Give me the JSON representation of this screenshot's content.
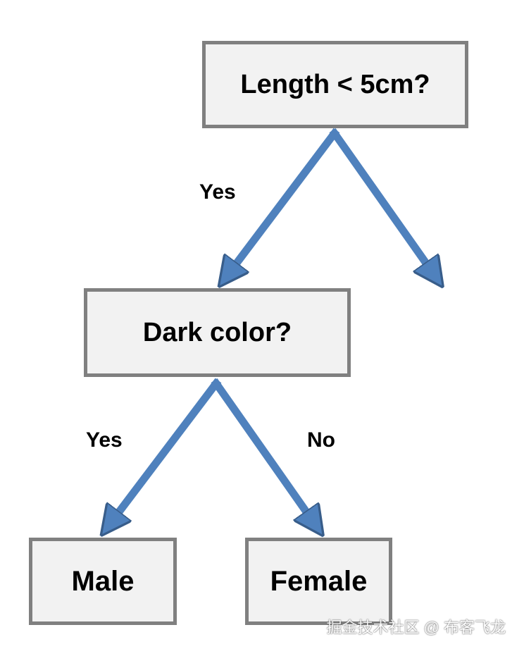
{
  "nodes": {
    "root": {
      "label": "Length < 5cm?"
    },
    "dark_color": {
      "label": "Dark color?"
    },
    "male": {
      "label": "Male"
    },
    "female": {
      "label": "Female"
    }
  },
  "edges": {
    "root_yes": {
      "label": "Yes"
    },
    "dark_yes": {
      "label": "Yes"
    },
    "dark_no": {
      "label": "No"
    }
  },
  "watermark": "掘金技术社区 @ 布客飞龙",
  "colors": {
    "arrow": "#4f81bd",
    "arrow_outline": "#385d8a",
    "box_fill": "#f2f2f2",
    "box_border": "#808080"
  }
}
